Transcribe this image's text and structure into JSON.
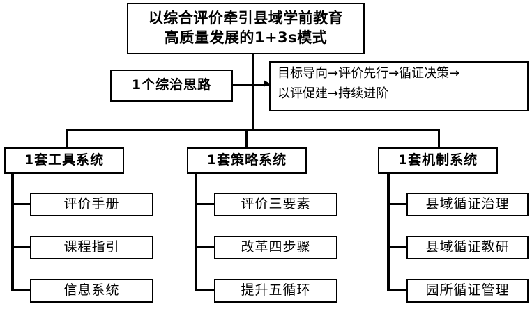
{
  "title": {
    "lines": [
      "以综合评价牵引县域学前教育",
      "高质量发展的1+3s模式"
    ]
  },
  "idea": {
    "label": "1个综治思路"
  },
  "flow": {
    "lines": [
      "目标导向→评价先行→循证决策→",
      "以评促建→持续进阶"
    ],
    "steps": [
      "目标导向",
      "评价先行",
      "循证决策",
      "以评促建",
      "持续进阶"
    ]
  },
  "systems": [
    {
      "label": "1套工具系统",
      "items": [
        "评价手册",
        "课程指引",
        "信息系统"
      ]
    },
    {
      "label": "1套策略系统",
      "items": [
        "评价三要素",
        "改革四步骤",
        "提升五循环"
      ]
    },
    {
      "label": "1套机制系统",
      "items": [
        "县域循证治理",
        "县域循证教研",
        "园所循证管理"
      ]
    }
  ],
  "colors": {
    "line": "#000000",
    "background": "#ffffff",
    "text": "#000000"
  }
}
